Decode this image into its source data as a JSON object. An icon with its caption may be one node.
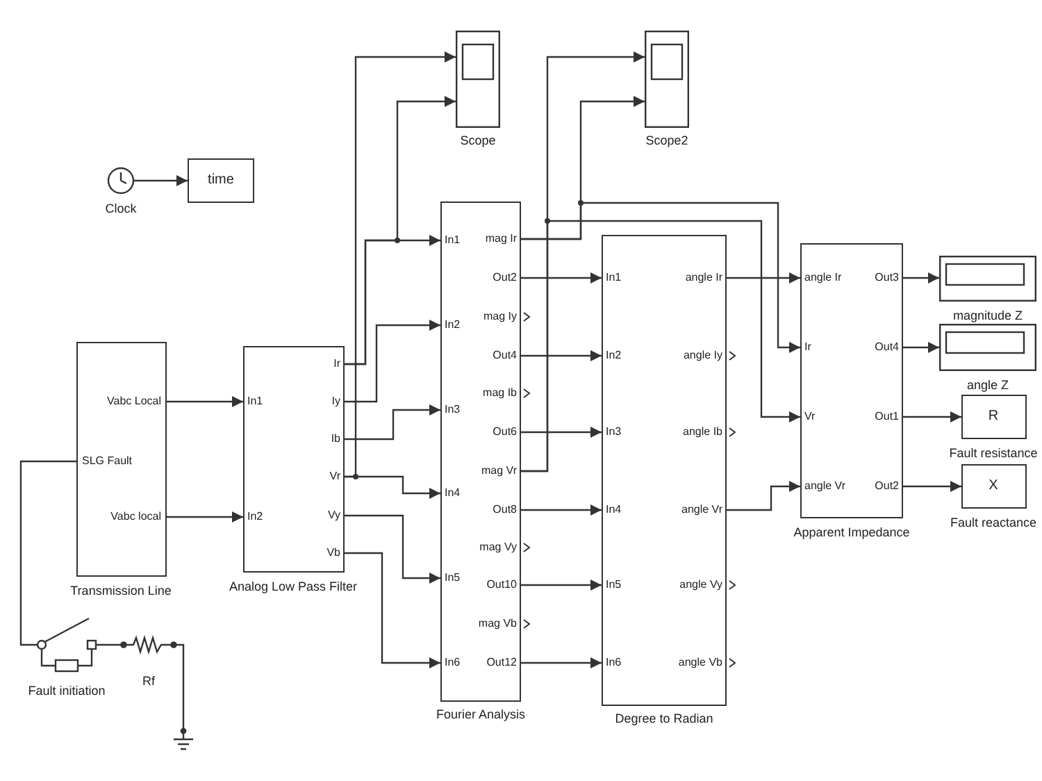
{
  "diagram": {
    "nodes": [
      {
        "text": [
          "Scope"
        ]
      },
      {
        "text": [
          "Scope2"
        ]
      },
      {
        "text": [
          "Clock"
        ]
      },
      {
        "text": [
          "time"
        ]
      },
      {
        "text": [
          "Vabc Local",
          "SLG Fault",
          "Vabc local",
          "Transmission Line"
        ]
      },
      {
        "text": [
          "In1",
          "In2",
          "Ir",
          "Iy",
          "Ib",
          "Vr",
          "Vy",
          "Vb",
          "Analog Low Pass Filter"
        ]
      },
      {
        "text": [
          "In1",
          "In2",
          "In3",
          "In4",
          "In5",
          "In6",
          "mag Ir",
          "Out2",
          "mag Iy",
          "Out4",
          "mag Ib",
          "Out6",
          "mag Vr",
          "Out8",
          "mag Vy",
          "Out10",
          "mag Vb",
          "Out12",
          "Fourier Analysis"
        ]
      },
      {
        "text": [
          "In1",
          "In2",
          "In3",
          "In4",
          "In5",
          "In6",
          "angle Ir",
          "angle Iy",
          "angle Ib",
          "angle Vr",
          "angle Vy",
          "angle Vb",
          "Degree to Radian"
        ]
      },
      {
        "text": [
          "angle Ir",
          "Ir",
          "Vr",
          "angle Vr",
          "Out3",
          "Out4",
          "Out1",
          "Out2",
          "Apparent Impedance"
        ]
      },
      {
        "text": [
          "magnitude Z"
        ]
      },
      {
        "text": [
          "angle Z"
        ]
      },
      {
        "text": [
          "R",
          "Fault resistance"
        ]
      },
      {
        "text": [
          "X",
          "Fault reactance"
        ]
      },
      {
        "text": [
          "Fault initiation"
        ]
      },
      {
        "text": [
          "Rf"
        ]
      },
      {
        "text": [],
        "shape": "ground"
      }
    ],
    "edges": [
      {
        "from": 2,
        "to": 3,
        "arrow": "to"
      },
      {
        "from": 4,
        "to": 5,
        "arrow": "to"
      },
      {
        "from": 4,
        "to": 5,
        "arrow": "to"
      },
      {
        "from": 4,
        "to": 13,
        "arrow": "none"
      },
      {
        "from": 13,
        "to": 14,
        "arrow": "none"
      },
      {
        "from": 14,
        "to": 15,
        "arrow": "none"
      },
      {
        "from": 5,
        "to": 6,
        "arrow": "to"
      },
      {
        "from": 5,
        "to": 6,
        "arrow": "to"
      },
      {
        "from": 5,
        "to": 6,
        "arrow": "to"
      },
      {
        "from": 5,
        "to": 6,
        "arrow": "to"
      },
      {
        "from": 5,
        "to": 6,
        "arrow": "to"
      },
      {
        "from": 5,
        "to": 6,
        "arrow": "to"
      },
      {
        "from": 5,
        "to": 0,
        "arrow": "to"
      },
      {
        "from": 5,
        "to": 0,
        "arrow": "to"
      },
      {
        "from": 6,
        "to": 7,
        "arrow": "to"
      },
      {
        "from": 6,
        "to": 7,
        "arrow": "to"
      },
      {
        "from": 6,
        "to": 7,
        "arrow": "to"
      },
      {
        "from": 6,
        "to": 7,
        "arrow": "to"
      },
      {
        "from": 6,
        "to": 7,
        "arrow": "to"
      },
      {
        "from": 6,
        "to": 7,
        "arrow": "to"
      },
      {
        "from": 6,
        "to": 1,
        "arrow": "to"
      },
      {
        "from": 6,
        "to": 1,
        "arrow": "to"
      },
      {
        "from": 6,
        "to": 8,
        "arrow": "to"
      },
      {
        "from": 6,
        "to": 8,
        "arrow": "to"
      },
      {
        "from": 7,
        "to": 8,
        "arrow": "to"
      },
      {
        "from": 7,
        "to": 8,
        "arrow": "to"
      },
      {
        "from": 8,
        "to": 9,
        "arrow": "to"
      },
      {
        "from": 8,
        "to": 10,
        "arrow": "to"
      },
      {
        "from": 8,
        "to": 11,
        "arrow": "to"
      },
      {
        "from": 8,
        "to": 12,
        "arrow": "to"
      }
    ]
  }
}
